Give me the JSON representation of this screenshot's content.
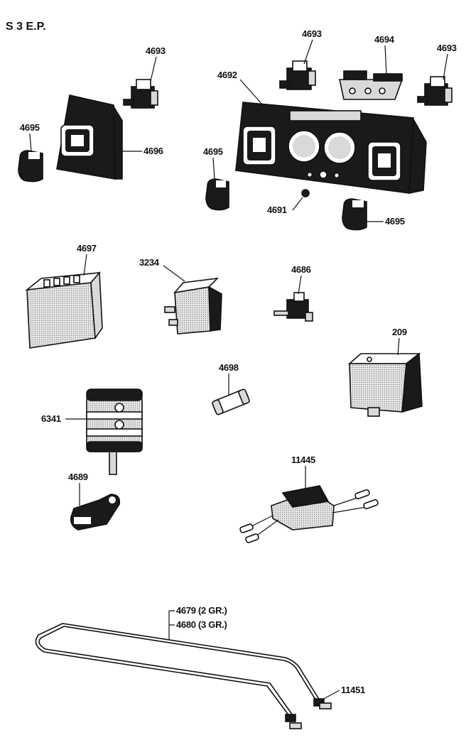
{
  "title": "S 3 E.P.",
  "labels": {
    "p4693a": "4693",
    "p4693b": "4693",
    "p4694": "4694",
    "p4693c": "4693",
    "p4692": "4692",
    "p4695a": "4695",
    "p4696": "4696",
    "p4695b": "4695",
    "p4691": "4691",
    "p4695c": "4695",
    "p4697": "4697",
    "p3234": "3234",
    "p4686": "4686",
    "p209": "209",
    "p4698": "4698",
    "p6341": "6341",
    "p11445": "11445",
    "p4689": "4689",
    "p4679": "4679 (2 GR.)",
    "p4680": "4680 (3 GR.)",
    "p11451": "11451"
  }
}
